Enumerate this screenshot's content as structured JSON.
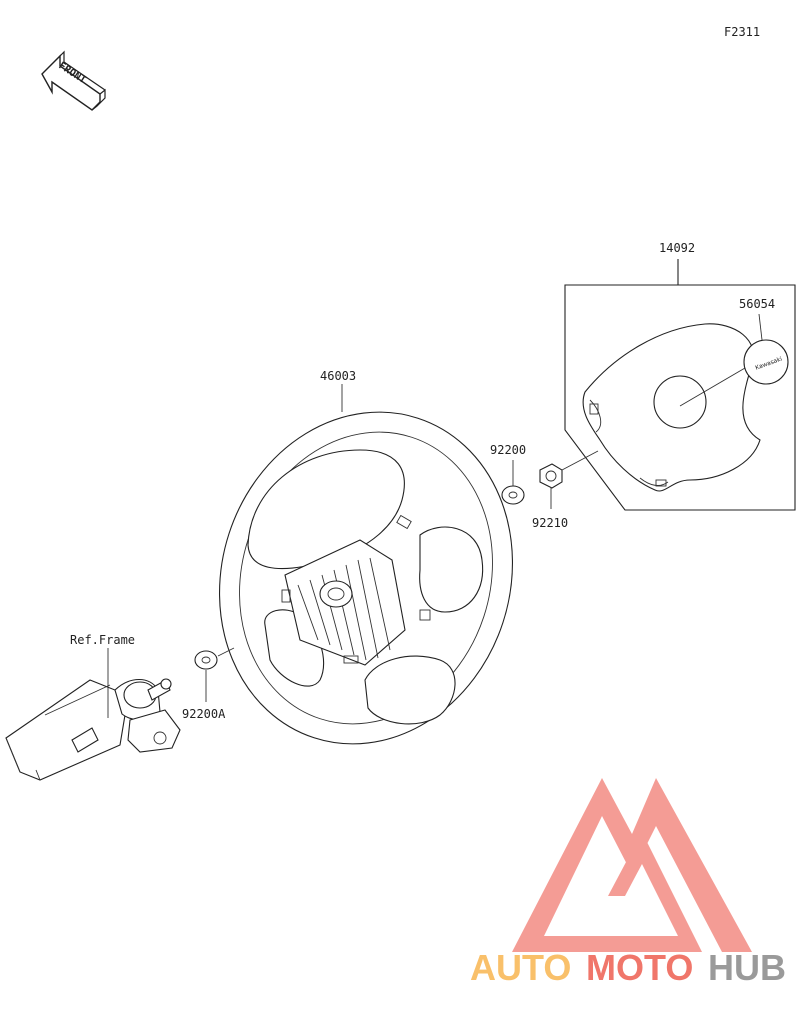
{
  "figure_code": "F2311",
  "front_label": "FRONT",
  "parts": {
    "steering_wheel": "46003",
    "cover_assembly": "14092",
    "emblem": "56054",
    "washer": "92200",
    "nut": "92210",
    "washer_a": "92200A",
    "ref_frame": "Ref.Frame"
  },
  "watermark": {
    "text_a": "AUTO",
    "text_b": "MOTO",
    "text_c": "HUB",
    "color_a": "#f9c06a",
    "color_b": "#f0766a",
    "color_c": "#9a9a9a",
    "logo_color": "#f28b82"
  },
  "emblem_text": "Kawasaki"
}
